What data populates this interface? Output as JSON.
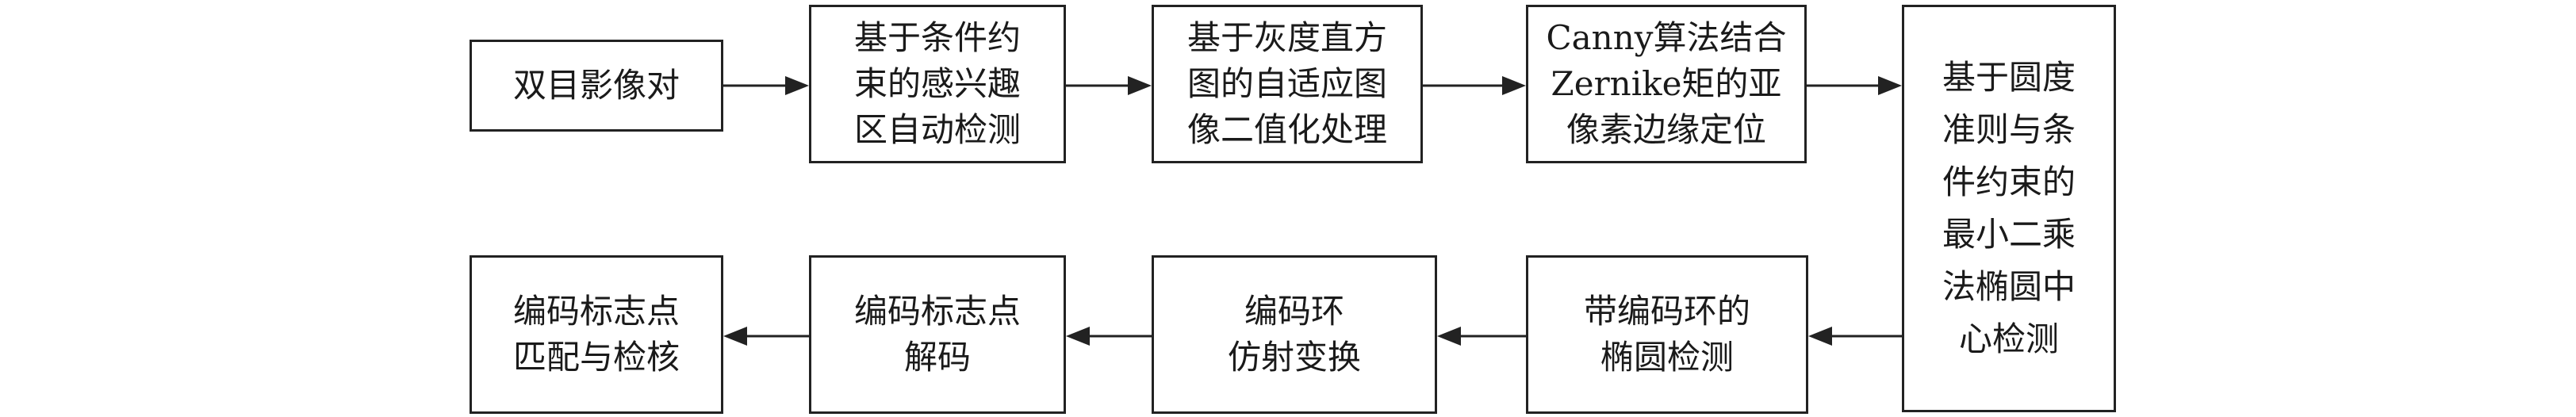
{
  "nodes": {
    "stereo_pair": "双目影像对",
    "roi_detection": "基于条件约\n束的感兴趣\n区自动检测",
    "binarization": "基于灰度直方\n图的自适应图\n像二值化处理",
    "subpixel_edge": "Canny算法结合\nZernike矩的亚\n像素边缘定位",
    "ellipse_center": "基于圆度\n准则与条\n件约束的\n最小二乘\n法椭圆中\n心检测",
    "coded_ring_ellipse": "带编码环的\n椭圆检测",
    "affine_transform": "编码环\n仿射变换",
    "decoding": "编码标志点\n解码",
    "matching": "编码标志点\n匹配与检核"
  }
}
